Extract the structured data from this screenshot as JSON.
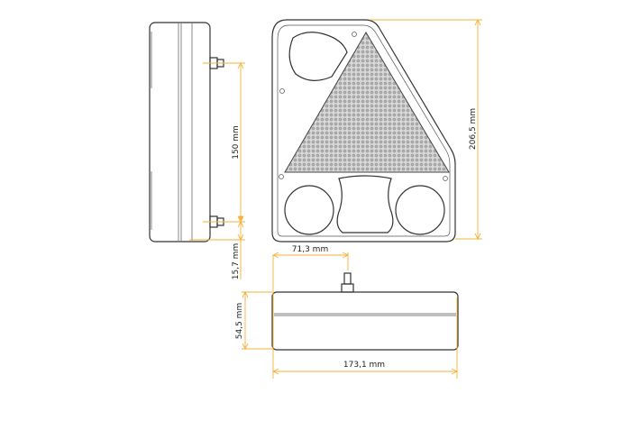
{
  "dimensions": {
    "bolt_spacing": "150 mm",
    "bolt_offset": "15,7 mm",
    "total_height": "206,5 mm",
    "bolt_from_edge": "71,3 mm",
    "depth": "54,5 mm",
    "total_width": "173,1 mm"
  },
  "colors": {
    "dimension_lines": "#f3b23c",
    "outline": "#333333"
  }
}
